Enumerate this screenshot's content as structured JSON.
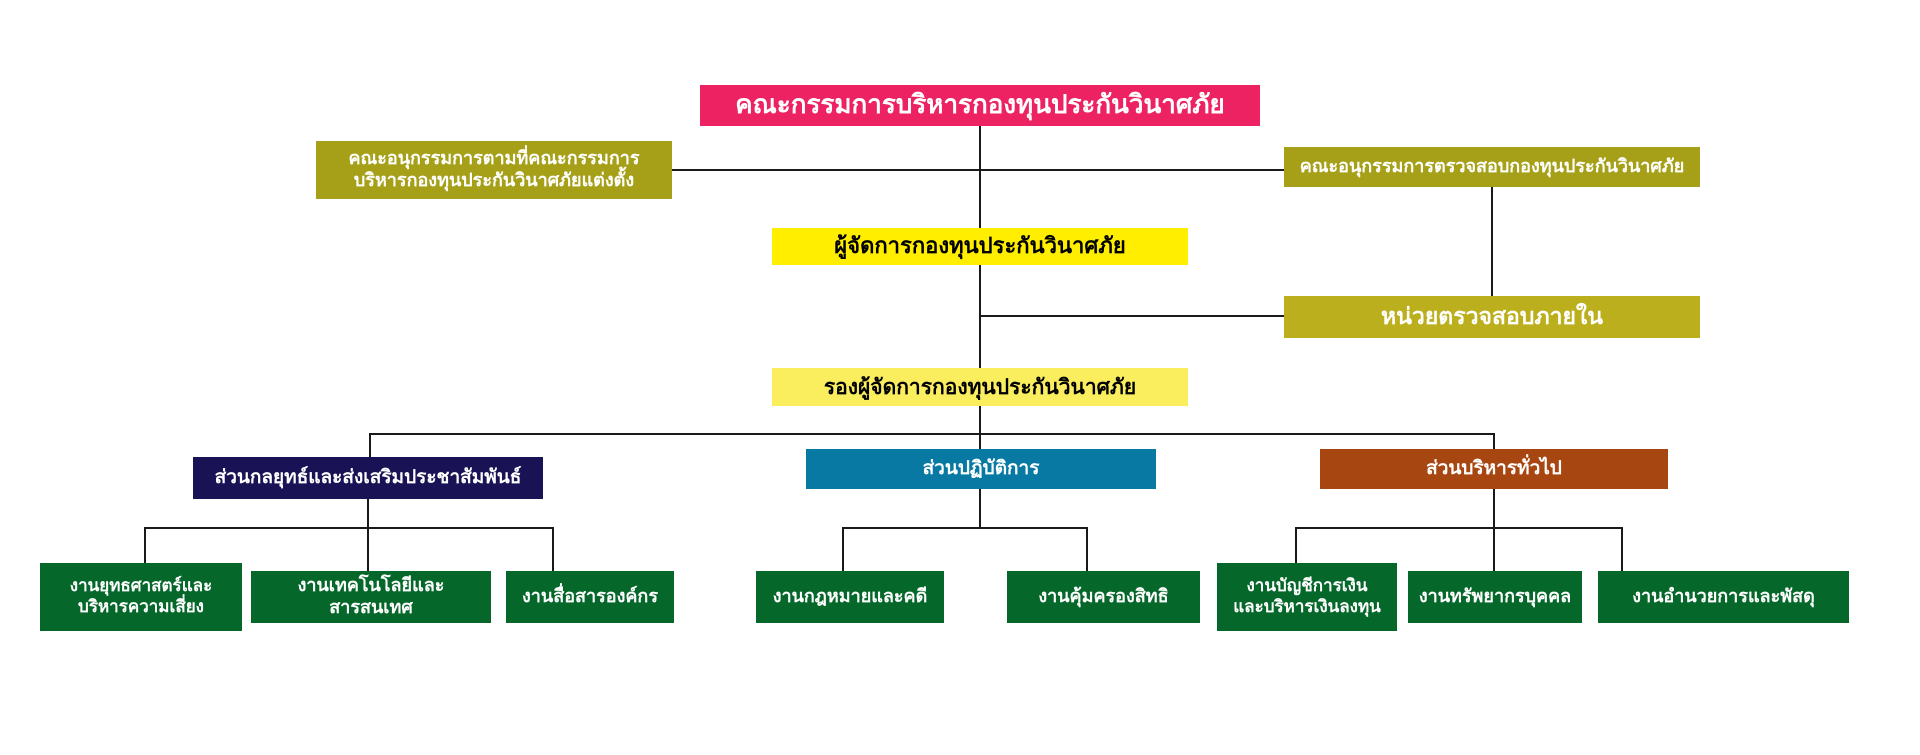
{
  "chart_title": "",
  "colors": {
    "board_pink": "#EC2262",
    "subcommittee_olive": "#A6A019",
    "internal_audit_olive": "#BCAF1D",
    "manager_yellow": "#FFEE00",
    "deputy_light_yellow": "#FAEE5E",
    "strategy_navy": "#191254",
    "operations_teal": "#0779A3",
    "admin_brown": "#A84611",
    "unit_green": "#05682A",
    "connector_black": "#1A1A1A",
    "background_white": "#FFFFFF"
  },
  "nodes": {
    "board": {
      "label": "คณะกรรมการบริหารกองทุนประกันวินาศภัย"
    },
    "subcommittee_appointed": {
      "lines": [
        "คณะอนุกรรมการตามที่คณะกรรมการ",
        "บริหารกองทุนประกันวินาศภัยแต่งตั้ง"
      ]
    },
    "subcommittee_audit": {
      "label": "คณะอนุกรรมการตรวจสอบกองทุนประกันวินาศภัย"
    },
    "manager": {
      "label": "ผู้จัดการกองทุนประกันวินาศภัย"
    },
    "internal_audit": {
      "label": "หน่วยตรวจสอบภายใน"
    },
    "deputy_manager": {
      "label": "รองผู้จัดการกองทุนประกันวินาศภัย"
    },
    "section_strategy": {
      "label": "ส่วนกลยุทธ์และส่งเสริมประชาสัมพันธ์"
    },
    "section_operations": {
      "label": "ส่วนปฏิบัติการ"
    },
    "section_admin": {
      "label": "ส่วนบริหารทั่วไป"
    },
    "unit_strategy_risk": {
      "lines": [
        "งานยุทธศาสตร์และ",
        "บริหารความเสี่ยง"
      ]
    },
    "unit_it": {
      "label": "งานเทคโนโลยีและสารสนเทศ"
    },
    "unit_comms": {
      "label": "งานสื่อสารองค์กร"
    },
    "unit_legal": {
      "label": "งานกฎหมายและคดี"
    },
    "unit_rights": {
      "label": "งานคุ้มครองสิทธิ"
    },
    "unit_finance_investment": {
      "lines": [
        "งานบัญชีการเงิน",
        "และบริหารเงินลงทุน"
      ]
    },
    "unit_hr": {
      "label": "งานทรัพยากรบุคคล"
    },
    "unit_procurement": {
      "label": "งานอำนวยการและพัสดุ"
    }
  }
}
